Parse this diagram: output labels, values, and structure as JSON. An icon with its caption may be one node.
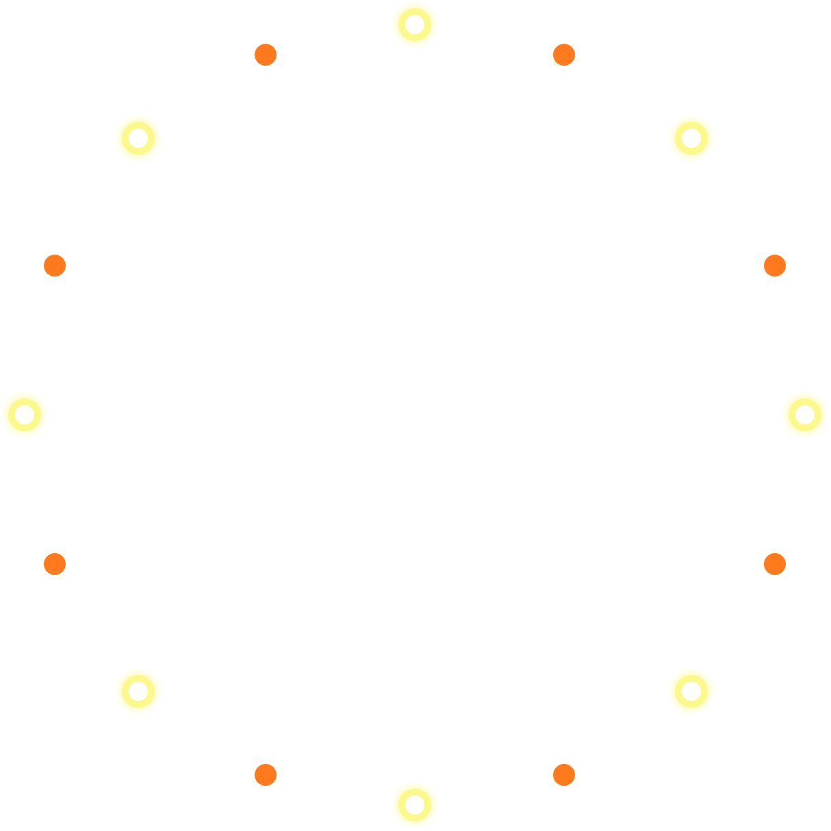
{
  "diagram": {
    "nodes": [
      {
        "text": [],
        "shape": "ring"
      },
      {
        "text": [],
        "shape": "circle"
      },
      {
        "text": [],
        "shape": "ring"
      },
      {
        "text": [],
        "shape": "circle"
      },
      {
        "text": [],
        "shape": "ring"
      },
      {
        "text": [],
        "shape": "circle"
      },
      {
        "text": [],
        "shape": "ring"
      },
      {
        "text": [],
        "shape": "circle"
      },
      {
        "text": [],
        "shape": "ring"
      },
      {
        "text": [],
        "shape": "circle"
      },
      {
        "text": [],
        "shape": "ring"
      },
      {
        "text": [],
        "shape": "circle"
      },
      {
        "text": [],
        "shape": "ring"
      },
      {
        "text": [],
        "shape": "circle"
      },
      {
        "text": [],
        "shape": "ring"
      },
      {
        "text": [],
        "shape": "circle"
      }
    ]
  }
}
